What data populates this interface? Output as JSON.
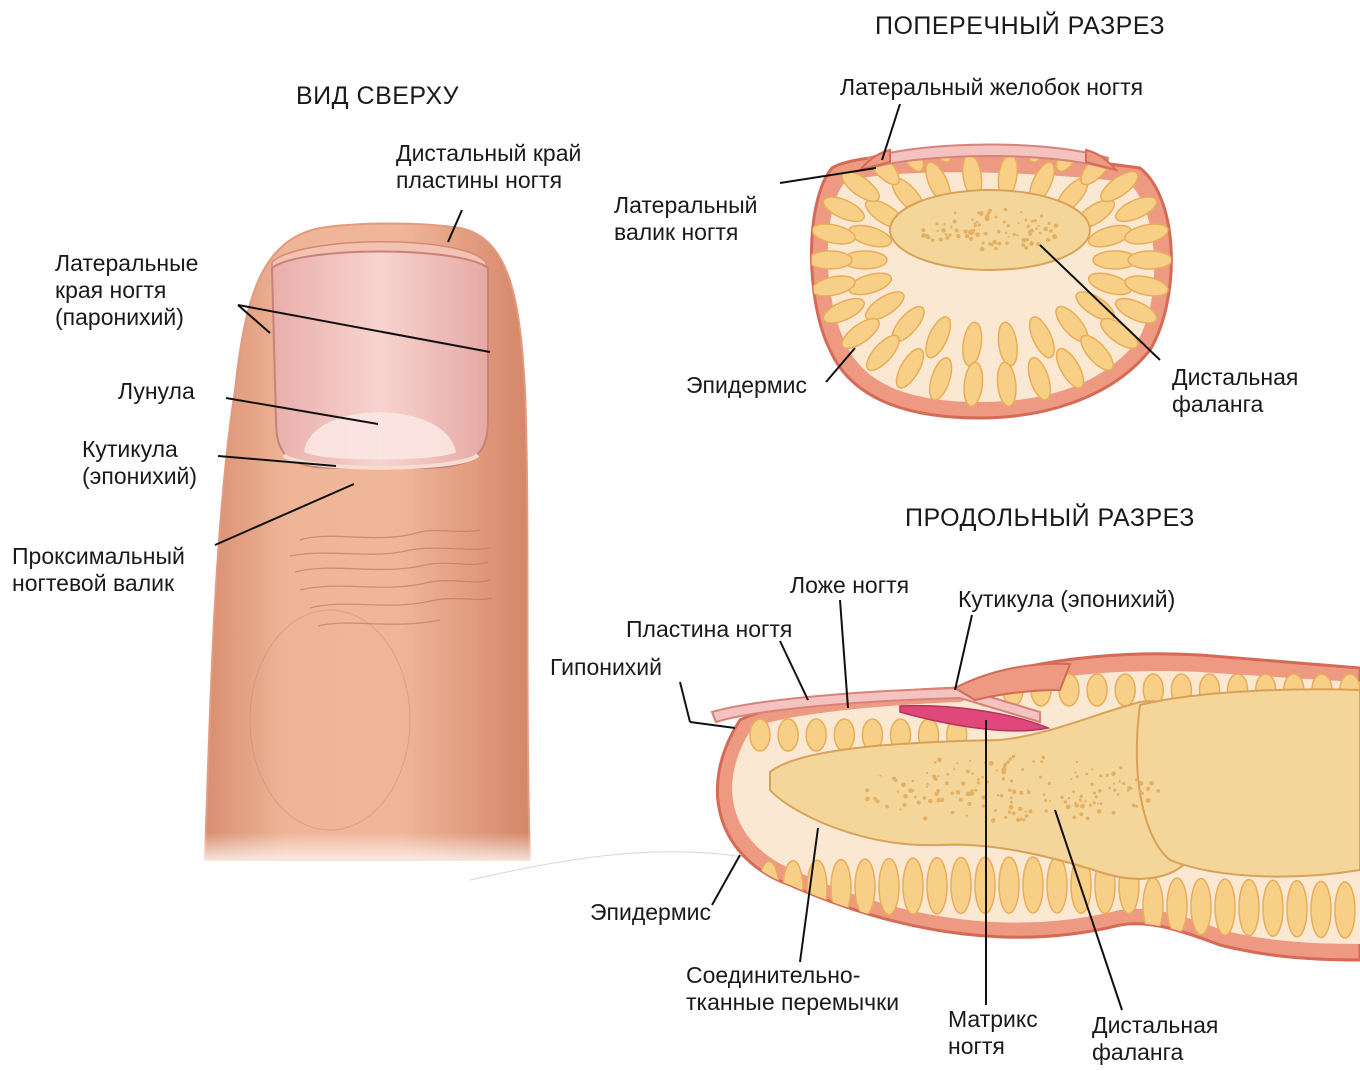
{
  "titles": {
    "top_view": "ВИД СВЕРХУ",
    "cross_section": "ПОПЕРЕЧНЫЙ РАЗРЕЗ",
    "longitudinal_section": "ПРОДОЛЬНЫЙ РАЗРЕЗ"
  },
  "top_view_labels": {
    "distal_edge": "Дистальный край\nпластины ногтя",
    "lateral_edges": "Латеральные\nкрая ногтя\n(паронихий)",
    "lunula": "Лунула",
    "cuticle": "Кутикула\n(эпонихий)",
    "proximal_fold": "Проксимальный\nногтевой валик"
  },
  "cross_section_labels": {
    "lateral_groove": "Латеральный желобок ногтя",
    "lateral_fold": "Латеральный\nвалик ногтя",
    "epidermis": "Эпидермис",
    "distal_phalanx": "Дистальная\nфаланга"
  },
  "longitudinal_labels": {
    "nail_bed": "Ложе ногтя",
    "cuticle": "Кутикула (эпонихий)",
    "nail_plate": "Пластина ногтя",
    "hyponychium": "Гипонихий",
    "epidermis": "Эпидермис",
    "septa": "Соединительно-\nтканные перемычки",
    "matrix": "Матрикс\nногтя",
    "distal_phalanx": "Дистальная\nфаланга"
  },
  "colors": {
    "skin": "#e8a98c",
    "skin_dark": "#d98f72",
    "nail": "#f2c4c0",
    "rim": "#e06a55",
    "fat": "#f7cf86",
    "fat_light": "#fbe2ad",
    "bone": "#f5d69a",
    "matrix": "#e0477a"
  }
}
